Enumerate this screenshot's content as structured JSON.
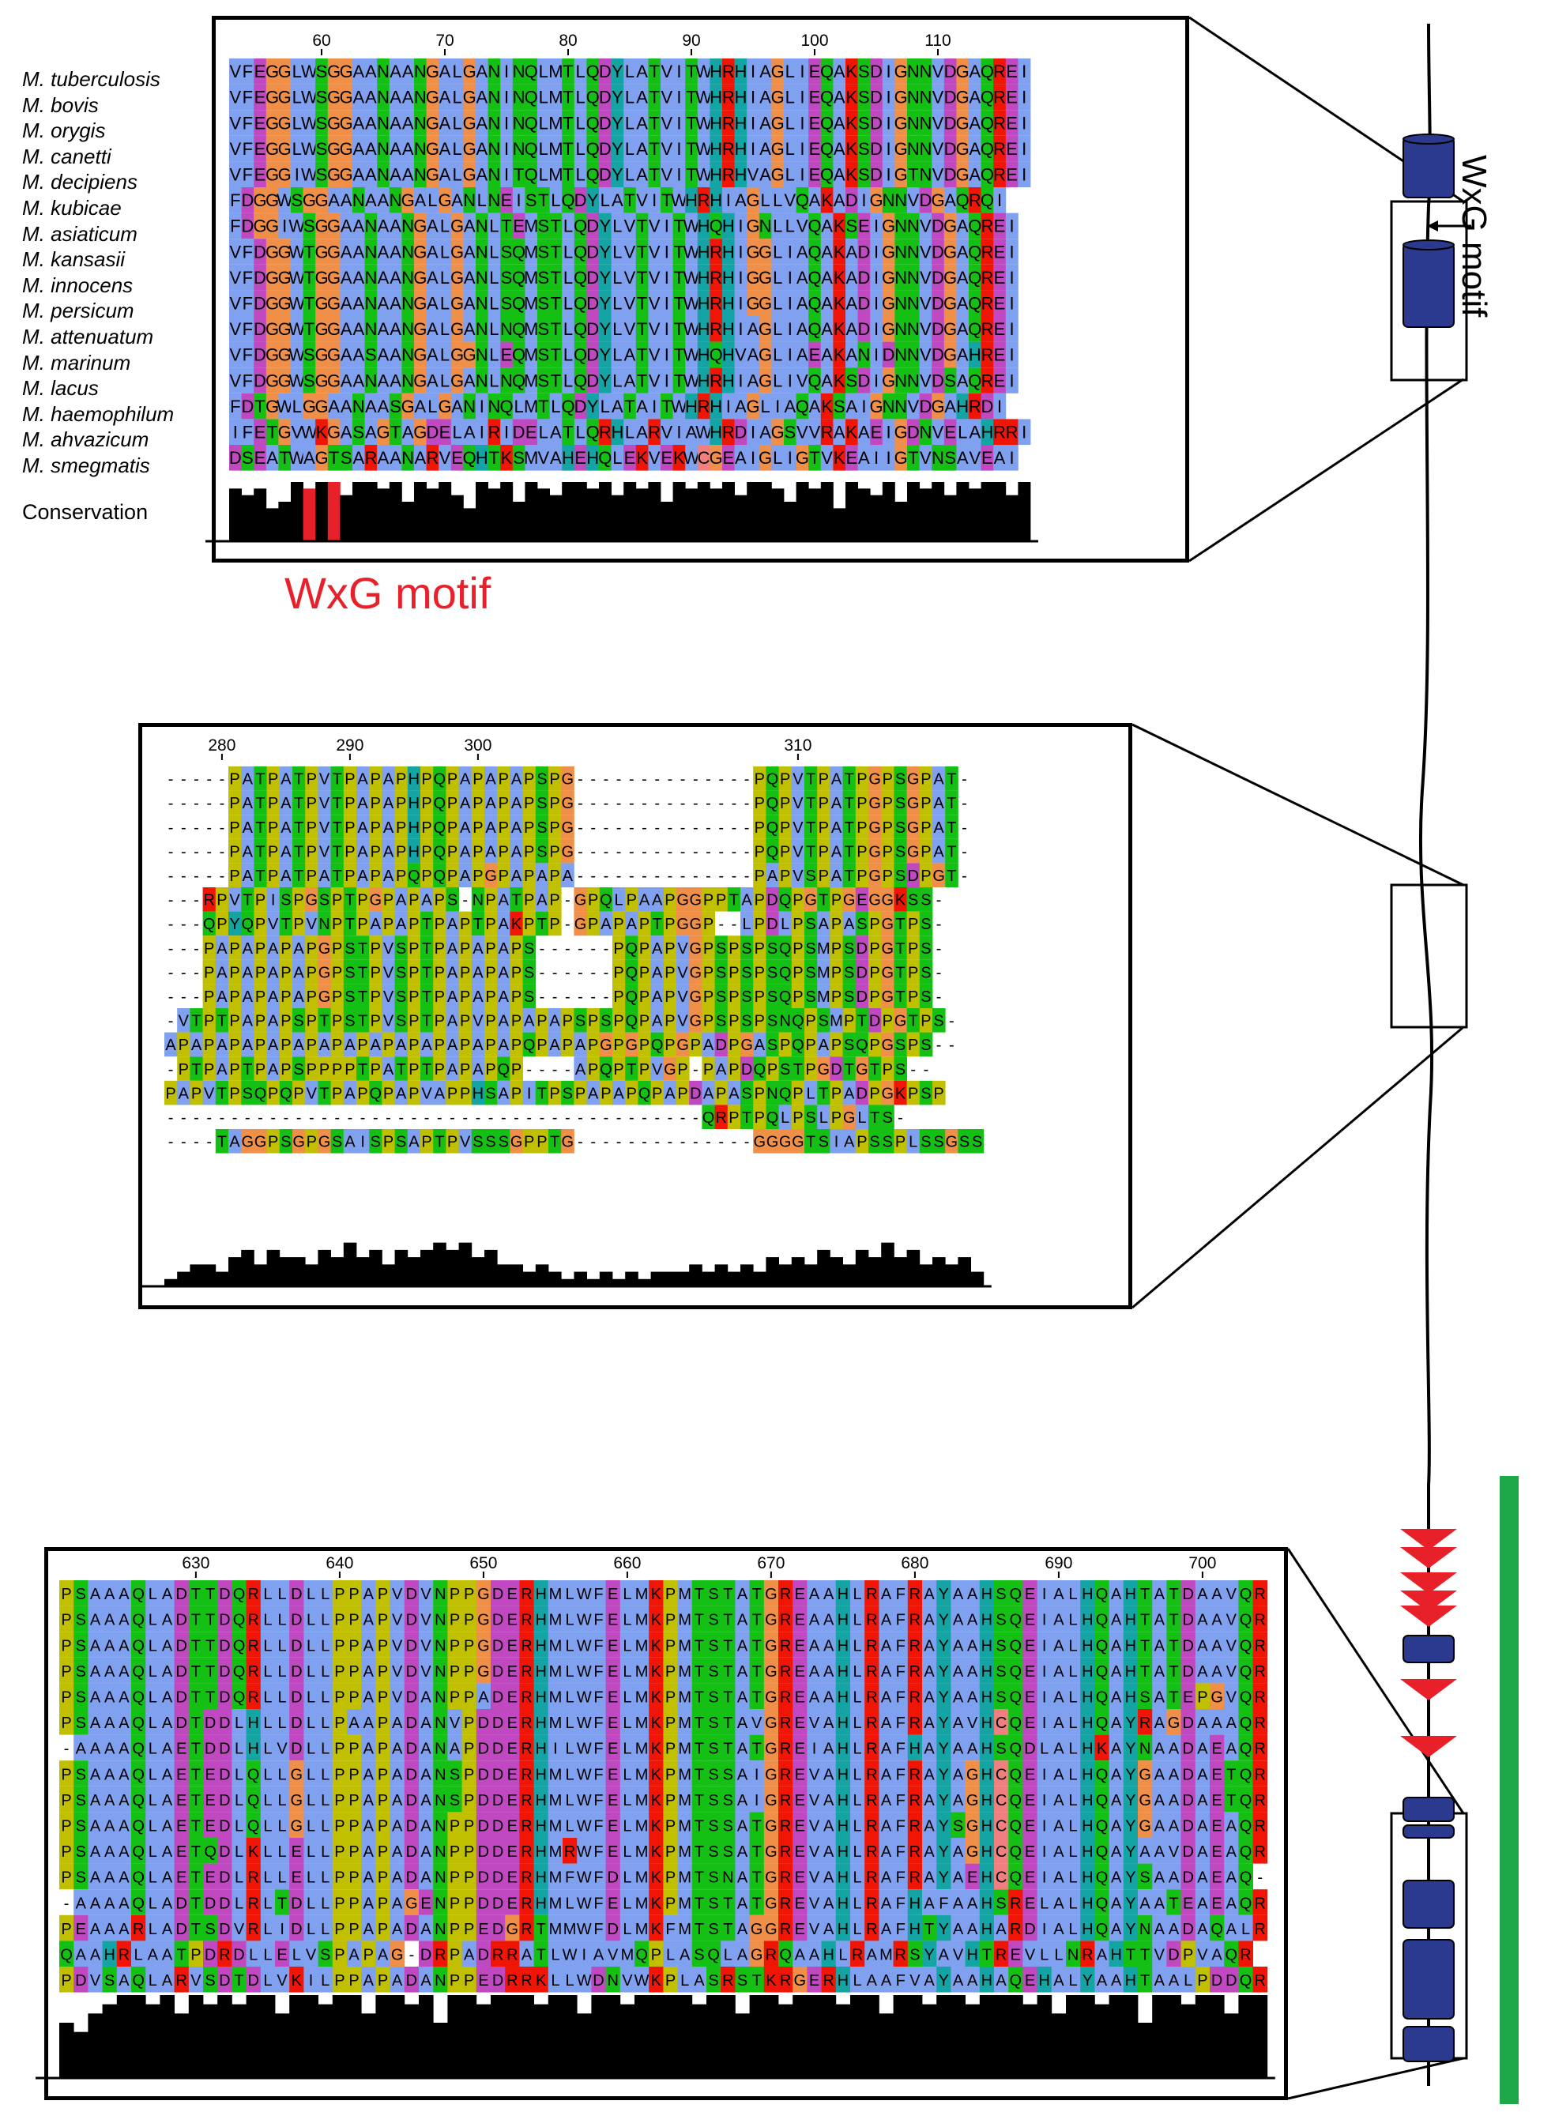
{
  "species": [
    "M. tuberculosis",
    "M. bovis",
    "M. orygis",
    "M. canetti",
    "M. decipiens",
    "M. kubicae",
    "M. asiaticum",
    "M. kansasii",
    "M. innocens",
    "M. persicum",
    "M. attenuatum",
    "M. marinum",
    "M. lacus",
    "M. haemophilum",
    "M. ahvazicum",
    "M. smegmatis"
  ],
  "conservation_label": "Conservation",
  "motif_label_red": "WxG motif",
  "motif_label_side": "WxG motif",
  "colors": {
    "blue": "#80a0f0",
    "purple": "#c048c0",
    "orange": "#f09048",
    "green": "#15c015",
    "red": "#f01505",
    "cyan": "#15a4a4",
    "yellow": "#c0c000",
    "pink": "#f08080",
    "motif_red": "#e8202a",
    "domain_blue": "#2b3a8f",
    "bar_green": "#1fa84a"
  },
  "panels": [
    {
      "id": "p1",
      "ticks": [
        {
          "label": "60",
          "col": 7
        },
        {
          "label": "70",
          "col": 17
        },
        {
          "label": "80",
          "col": 27
        },
        {
          "label": "90",
          "col": 37
        },
        {
          "label": "100",
          "col": 47
        },
        {
          "label": "110",
          "col": 57
        }
      ],
      "rows": [
        "VFEGGLWSGGAANAANGALGANINQLMTLQDYLATVITWHRHIAGLIEQAKSDIGNNVDGAQREI",
        "VFEGGLWSGGAANAANGALGANINQLMTLQDYLATVITWHRHIAGLIEQAKSDIGNNVDGAQREI",
        "VFEGGLWSGGAANAANGALGANINQLMTLQDYLATVITWHRHIAGLIEQAKSDIGNNVDGAQREI",
        "VFEGGLWSGGAANAANGALGANINQLMTLQDYLATVITWHRHIAGLIEQAKSDIGNNVDGAQREI",
        "VFEGGIWSGGAANAANGALGANITQLMTLQDYLATVITWHRHVAGLIEQAKSDIGTNVDGAQREI",
        "FDGGWSGGAANAANGALGANLNEISTLQDYLATVITWHRHIAGLLVQAKADIGNNVDGAQRQI",
        "FDGGIWSGGAANAANGALGANLTEMSTLQDYLVTVITWHQHIGNLLVQAKSEIGNNVDGAQREI",
        "VFDGGWTGGAANAANGALGANLSQMSTLQDYLVTVITWHRHIGGLIAQAKADIGNNVDGAQREI",
        "VFDGGWTGGAANAANGALGANLSQMSTLQDYLVTVITWHRHIGGLIAQAKADIGNNVDGAQREI",
        "VFDGGWTGGAANAANGALGANLSQMSTLQDYLVTVITWHRHIGGLIAQAKADIGNNVDGAQREI",
        "VFDGGWTGGAANAANGALGANLNQMSTLQDYLVTVITWHRHIAGLIAQAKADIGNNVDGAQREI",
        "VFDGGWSGGAASAANGALGGNLEQMSTLQDYLATVITWHQHVAGLIAEAKANIDNNVDGAHREI",
        "VFDGGWSGGAANAANGALGANLNQMSTLQDYLATVITWHRHIAGLIVQAKSDIGNNVDSAQREI",
        "FDTGWLGGAANAASGALGANINQLMTLQDYLATAITWHRHIAGLIAQAKSAIGNNVDGAHRDI",
        "IFETGVWKGASAGTAGDELAIRIDELATLQRHLARVIAWHRDIAGSVVRAKAEIGDNVELAHRRI",
        "DSEATWAGTSARAANARVEQHTKSMVAHEHQLEKVEKWCGEAIGLIGTVKEAIIGTVNSAVEAI"
      ],
      "conservation": [
        8,
        7,
        8,
        5,
        6,
        9,
        8,
        9,
        9,
        7,
        9,
        9,
        8,
        9,
        6,
        9,
        8,
        9,
        7,
        5,
        9,
        8,
        9,
        6,
        9,
        8,
        7,
        9,
        9,
        8,
        9,
        7,
        9,
        8,
        9,
        6,
        9,
        8,
        9,
        8,
        9,
        7,
        9,
        9,
        8,
        6,
        9,
        8,
        9,
        5,
        9,
        8,
        7,
        9,
        6,
        9,
        8,
        9,
        7,
        9,
        8,
        9,
        9,
        7,
        9
      ]
    },
    {
      "id": "p2",
      "ticks": [
        {
          "label": "280",
          "col": 4
        },
        {
          "label": "290",
          "col": 14
        },
        {
          "label": "300",
          "col": 24
        },
        {
          "label": "310",
          "col": 49
        }
      ],
      "rows": [
        "-----PATPATPVTPAPAPHPQPAPAPAPSPG--------------PQPVTPATPGPSGPAT-",
        "-----PATPATPVTPAPAPHPQPAPAPAPSPG--------------PQPVTPATPGPSGPAT-",
        "-----PATPATPVTPAPAPHPQPAPAPAPSPG--------------PQPVTPATPGPSGPAT-",
        "-----PATPATPVTPAPAPHPQPAPAPAPSPG--------------PQPVTPATPGPSGPAT-",
        "-----PATPATPATPAPAPQPQPAPGPAPAPA--------------PAPVSPATPGPSDPGT-",
        "---RPVTPISPGSPTPGPAPAPS-NPATPAP-GPQLPAAPGGPPTAPDQPGTPGEGGKSS-",
        "---QPYQPVTPVNPTPAPAPTPAPTPAKPTP-GPAPAPTPGGP--LPDLPSAPASPGTPS-",
        "---PAPAPAPAPGPSTPVSPTPAPAPAPS------PQPAPVGPSPSPSQPSMPSDPGTPS-",
        "---PAPAPAPAPGPSTPVSPTPAPAPAPS------PQPAPVGPSPSPSQPSMPSDPGTPS-",
        "---PAPAPAPAPGPSTPVSPTPAPAPAPS------PQPAPVGPSPSPSQPSMPSDPGTPS-",
        "-VTPTPAPAPSPTPSTPVSPTPAPVPAPAPAPSPSPQPAPVGPSPSPSNQPSMPTDPGTPS-",
        "APAPAPAPAPAPAPAPAPAPAPAPAPAPQPAPAPGPGPQPGPADPGASPQPAPSQPGSPS--",
        "-PTPAPTPAPSPPPPTPATPTPAPAPQP----APQPTPVGP-PAPDQPSTPGDTGTPS--",
        "PAPVTPSQPQPVTPAPQPAPVAPPHSAPITPSPAPAPQPAPDAPASPNQPLTPADPGKPSP",
        "------------------------------------------QRPTPQLPSLPGLTS-",
        "----TAGGPSGPGSAISPSAPTPVSSSGPPTG--------------GGGGTSIAPSSPLSSGSS"
      ],
      "conservation": [
        1,
        2,
        3,
        3,
        2,
        4,
        5,
        3,
        5,
        4,
        4,
        3,
        5,
        4,
        6,
        4,
        5,
        3,
        5,
        4,
        5,
        6,
        5,
        6,
        4,
        5,
        3,
        3,
        2,
        3,
        2,
        1,
        2,
        1,
        2,
        1,
        2,
        1,
        2,
        2,
        2,
        3,
        2,
        3,
        2,
        3,
        2,
        4,
        3,
        4,
        3,
        5,
        4,
        3,
        5,
        4,
        6,
        4,
        5,
        3,
        4,
        3,
        4,
        2
      ]
    },
    {
      "id": "p3",
      "ticks": [
        {
          "label": "630",
          "col": 9
        },
        {
          "label": "640",
          "col": 19
        },
        {
          "label": "650",
          "col": 29
        },
        {
          "label": "660",
          "col": 39
        },
        {
          "label": "670",
          "col": 49
        },
        {
          "label": "680",
          "col": 59
        },
        {
          "label": "690",
          "col": 69
        },
        {
          "label": "700",
          "col": 79
        }
      ],
      "rows": [
        "PSAAAQLADTTDQRLLDLLPPAPVDVNPPGDERHMLWFELMKPMTSTATGREAAHLRAFRAYAAHSQEIALHQAHTATDAAVQR",
        "PSAAAQLADTTDQRLLDLLPPAPVDVNPPGDERHMLWFELMKPMTSTATGREAAHLRAFRAYAAHSQEIALHQAHTATDAAVQR",
        "PSAAAQLADTTDQRLLDLLPPAPVDVNPPGDERHMLWFELMKPMTSTATGREAAHLRAFRAYAAHSQEIALHQAHTATDAAVQR",
        "PSAAAQLADTTDQRLLDLLPPAPVDVNPPGDERHMLWFELMKPMTSTATGREAAHLRAFRAYAAHSQEIALHQAHTATDAAVQR",
        "PSAAAQLADTTDQRLLDLLPPAPVDANPPADERHMLWFELMKPMTSTATGREAAHLRAFRAYAAHSQEIALHQAHSATEPGVQR",
        "PSAAAQLADTDDLHLLDLLPAAPADANVPDDERHMLWFELMKPMTSTAVGREVAHLRAFRAYAVHCQEIALHQAYRAGDAAAQR",
        "-AAAAQLAETDDLHLVDLLPPAPADANAPDDERHILWFELMKPMTSTATGREIAHLRAFHAYAAHSQDLALHKAYNAADAEAQR",
        "PSAAAQLAETEDLQLLGLLPPAPADANSPDDERHMLWFELMKPMTSSAIGREVAHLRAFRAYAGHCQEIALHQAYGAADAETQR",
        "PSAAAQLAETEDLQLLGLLPPAPADANSPDDERHMLWFELMKPMTSSAIGREVAHLRAFRAYAGHCQEIALHQAYGAADAETQR",
        "PSAAAQLAETEDLQLLGLLPPAPADANPPDDERHMLWFELMKPMTSSATGREVAHLRAFRAYSGHCQEIALHQAYGAADAEAQR",
        "PSAAAQLAETQDLKLLELLPPAPADANPPDDERHMRWFELMKPMTSSATGREVAHLRAFRAYAGHCQEIALHQAYAAVDAEAQR",
        "PSAAAQLAETEDLRLLELLPPAPADANPPDDERHMFWFDLMKPMTSNATGREVAHLRAFRAYAEHCQEIALHQAYSAADAEAQ-",
        "-AAAAQLADTDDLRLTDLLPPAPAGENPPDDERHMLWFELMKPMTSTATGREVAHLRAFHAFAAHSRELALHQAYAATEAEAQR",
        "PEAAARLADTSDVRLIDLLPPAPADANPPEDGRTMMWFDLMKFMTSTAGGREVAHLRAFHTYAAHARDIALHQAYNAADAQALR",
        "QAAHRLAATPDRDLLELVSPAPAG-DRPADRRATLWIAVMQPLASQLAGRQAAHLRAMRSYAVHTREVLLNRAHTTVDPVAQR",
        "PDVSAQLARVSDTDLVKILPPAPADANPPEDRRKLLWDNVWKPLASRSTKRGERHLAAFVAYAAHAQEHALYAAHTAALPDDQR"
      ],
      "conservation": [
        6,
        5,
        7,
        8,
        9,
        9,
        8,
        9,
        7,
        9,
        8,
        9,
        8,
        9,
        9,
        7,
        9,
        9,
        8,
        9,
        9,
        7,
        9,
        9,
        8,
        9,
        6,
        9,
        9,
        8,
        9,
        9,
        9,
        8,
        9,
        9,
        7,
        9,
        9,
        8,
        9,
        9,
        9,
        9,
        8,
        9,
        9,
        7,
        9,
        9,
        8,
        9,
        9,
        9,
        8,
        9,
        9,
        7,
        9,
        9,
        8,
        9,
        9,
        8,
        9,
        9,
        9,
        8,
        9,
        7,
        9,
        9,
        8,
        9,
        9,
        6,
        9,
        9,
        8,
        9,
        9,
        7,
        9,
        9
      ]
    }
  ]
}
